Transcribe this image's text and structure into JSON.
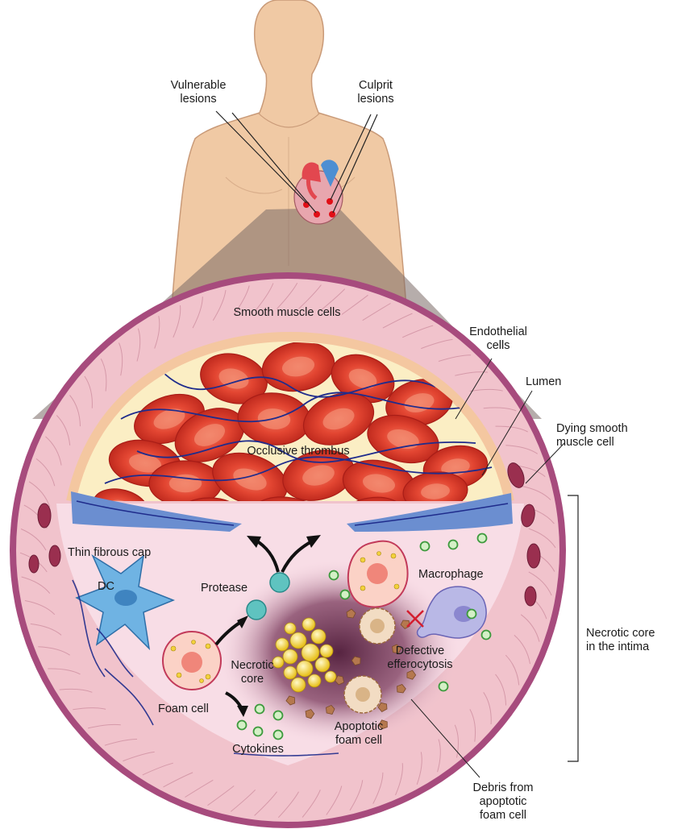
{
  "labels": {
    "vulnerable_lesions": "Vulnerable\nlesions",
    "culprit_lesions": "Culprit\nlesions",
    "smooth_muscle_cells": "Smooth muscle cells",
    "endothelial_cells": "Endothelial\ncells",
    "lumen": "Lumen",
    "dying_smooth_muscle_cell": "Dying smooth\nmuscle cell",
    "occlusive_thrombus": "Occlusive thrombus",
    "thin_fibrous_cap": "Thin fibrous cap",
    "dc": "DC",
    "protease": "Protease",
    "macrophage": "Macrophage",
    "necrotic_core_in_intima": "Necrotic core\nin the intima",
    "defective_efferocytosis": "Defective\nefferocytosis",
    "necrotic_core": "Necrotic\ncore",
    "foam_cell": "Foam cell",
    "cytokines": "Cytokines",
    "apoptotic_foam_cell": "Apoptotic\nfoam cell",
    "debris": "Debris from\napoptotic\nfoam cell"
  },
  "colors": {
    "skin": "#f0c9a4",
    "vessel_wall": "#f1c3cc",
    "vessel_rim": "#a74b7d",
    "intima": "#f8dde6",
    "plaque_fat": "#fbeec4",
    "rbc": "#e0412f",
    "fibrin": "#1f2c8c",
    "fibrous_cap": "#6b8ed0",
    "necrotic": "#5e2143",
    "lipid": "#f3d23c",
    "macrophage": "#a8a9de",
    "dc": "#6fb3e3",
    "protease": "#5fc3c0",
    "cytokine": "#8ed38c"
  },
  "icons": [
    "heart-icon",
    "red-blood-cell-icon",
    "x-mark-icon",
    "arrow-icon"
  ]
}
